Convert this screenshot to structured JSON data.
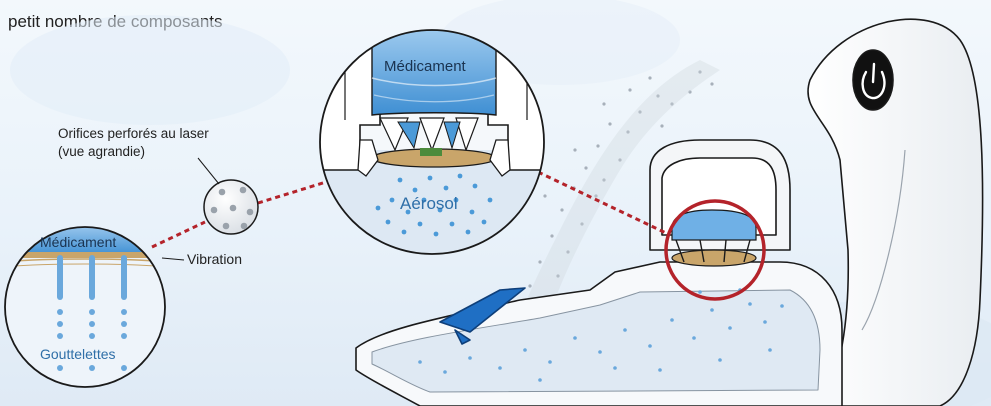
{
  "header": {
    "text": "petit nombre de composants"
  },
  "labels": {
    "laser_holes_line1": "Orifices perforés au laser",
    "laser_holes_line2": "(vue agrandie)",
    "medication_left": "Médicament",
    "vibration": "Vibration",
    "droplets": "Gouttelettes",
    "medication_top": "Médicament",
    "aerosol": "Aérosol"
  },
  "icons": {
    "power": "power-icon"
  },
  "colors": {
    "medication_blue": "#4b9ad8",
    "droplet_blue": "#6aa8dc",
    "mesh_tan": "#c9a56a",
    "highlight_red": "#b4232a",
    "outline": "#1a1a1a",
    "device_gray": "#d6dbe1"
  }
}
